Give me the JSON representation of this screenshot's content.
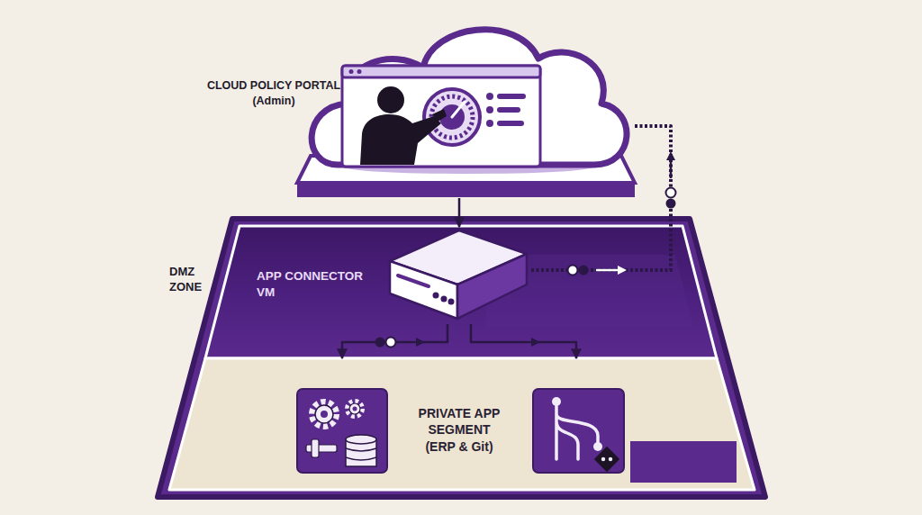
{
  "diagram": {
    "nodes": [
      {
        "text": [
          "CLOUD POLICY PORTAL (Admin)"
        ]
      },
      {
        "text": [
          "DMZ ZONE"
        ]
      },
      {
        "text": [
          "APP CONNECTOR VM"
        ],
        "in": 1
      },
      {
        "text": [
          "PRIVATE APP SEGMENT (ERP & Git)"
        ]
      }
    ],
    "edges": [
      {
        "from": 0,
        "to": 2,
        "arrow": "to"
      },
      {
        "from": 2,
        "to": 0,
        "arrow": "none"
      },
      {
        "from": 2,
        "to": 3,
        "arrow": "to"
      },
      {
        "from": 2,
        "to": 3,
        "arrow": "to"
      }
    ]
  }
}
